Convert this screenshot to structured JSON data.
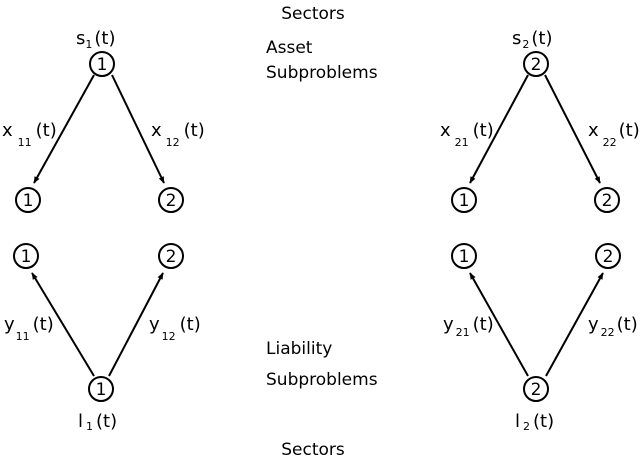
{
  "headings": {
    "top_sectors": "Sectors",
    "bottom_sectors": "Sectors",
    "asset_line1": "Asset",
    "asset_line2": "Subproblems",
    "liability_line1": "Liability",
    "liability_line2": "Subproblems"
  },
  "left_group": {
    "source": {
      "base": "s",
      "sub": "1",
      "arg": "(t)",
      "node": "1"
    },
    "asset_targets": [
      "1",
      "2"
    ],
    "asset_edges": [
      {
        "base": "x",
        "sub": "11",
        "arg": "(t)"
      },
      {
        "base": "x",
        "sub": "12",
        "arg": "(t)"
      }
    ],
    "liability_targets": [
      "1",
      "2"
    ],
    "liability_edges": [
      {
        "base": "y",
        "sub": "11",
        "arg": "(t)"
      },
      {
        "base": "y",
        "sub": "12",
        "arg": "(t)"
      }
    ],
    "sink": {
      "base": "l",
      "sub": "1",
      "arg": "(t)",
      "node": "1"
    }
  },
  "right_group": {
    "source": {
      "base": "s",
      "sub": "2",
      "arg": "(t)",
      "node": "2"
    },
    "asset_targets": [
      "1",
      "2"
    ],
    "asset_edges": [
      {
        "base": "x",
        "sub": "21",
        "arg": "(t)"
      },
      {
        "base": "x",
        "sub": "22",
        "arg": "(t)"
      }
    ],
    "liability_targets": [
      "1",
      "2"
    ],
    "liability_edges": [
      {
        "base": "y",
        "sub": "21",
        "arg": "(t)"
      },
      {
        "base": "y",
        "sub": "22",
        "arg": "(t)"
      }
    ],
    "sink": {
      "base": "l",
      "sub": "2",
      "arg": "(t)",
      "node": "2"
    }
  }
}
